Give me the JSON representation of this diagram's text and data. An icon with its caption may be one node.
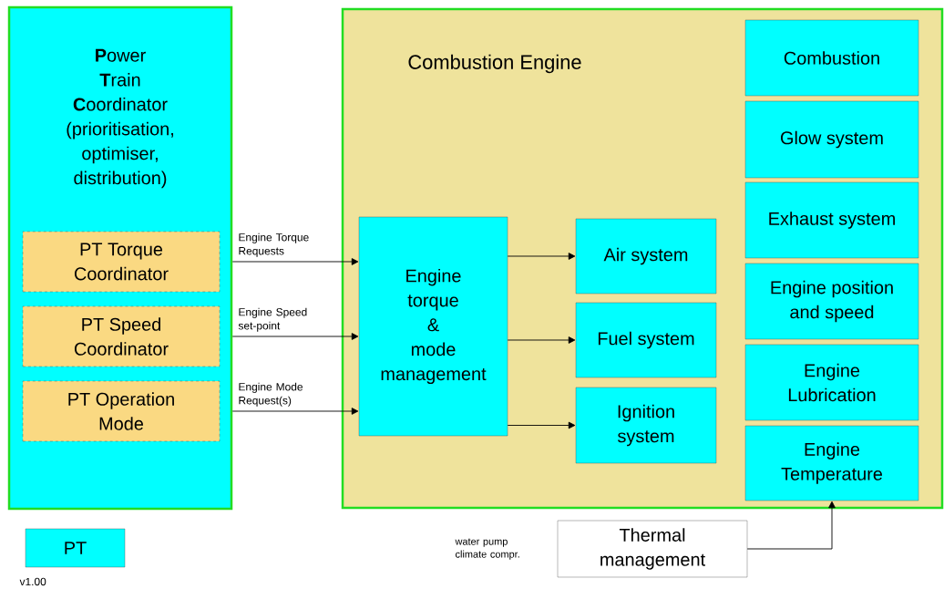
{
  "diagram": {
    "nodes": [
      {
        "text": [
          "**P**ower **T**rain **C**oordinator (prioritisation, optimiser, distribution)"
        ]
      },
      {
        "text": [
          "PT Torque Coordinator"
        ],
        "in": 0
      },
      {
        "text": [
          "PT Speed Coordinator"
        ],
        "in": 0
      },
      {
        "text": [
          "PT Operation Mode"
        ],
        "in": 0
      },
      {
        "text": [
          "Combustion Engine"
        ]
      },
      {
        "text": [
          "Engine torque & mode management"
        ],
        "in": 4
      },
      {
        "text": [
          "Air system"
        ],
        "in": 4
      },
      {
        "text": [
          "Fuel system"
        ],
        "in": 4
      },
      {
        "text": [
          "Ignition system"
        ],
        "in": 4
      },
      {
        "text": [
          "Combustion"
        ],
        "in": 4
      },
      {
        "text": [
          "Glow system"
        ],
        "in": 4
      },
      {
        "text": [
          "Exhaust system"
        ],
        "in": 4
      },
      {
        "text": [
          "Engine position and speed"
        ],
        "in": 4
      },
      {
        "text": [
          "Engine Lubrication"
        ],
        "in": 4
      },
      {
        "text": [
          "Engine Temperature"
        ],
        "in": 4
      },
      {
        "text": [
          "Thermal management"
        ],
        "beside": [
          "water pump climate compr."
        ]
      },
      {
        "text": [
          "PT"
        ]
      }
    ],
    "edges": [
      {
        "from": 1,
        "to": 5,
        "arrow": "to",
        "label": "Engine Torque Requests"
      },
      {
        "from": 2,
        "to": 5,
        "arrow": "to",
        "label": "Engine Speed set-point"
      },
      {
        "from": 3,
        "to": 5,
        "arrow": "to",
        "label": "Engine Mode Request(s)"
      },
      {
        "from": 5,
        "to": 6,
        "arrow": "to"
      },
      {
        "from": 5,
        "to": 7,
        "arrow": "to"
      },
      {
        "from": 5,
        "to": 8,
        "arrow": "to"
      },
      {
        "from": 15,
        "to": 14,
        "arrow": "to"
      }
    ],
    "labels": [
      "v1.00"
    ]
  }
}
